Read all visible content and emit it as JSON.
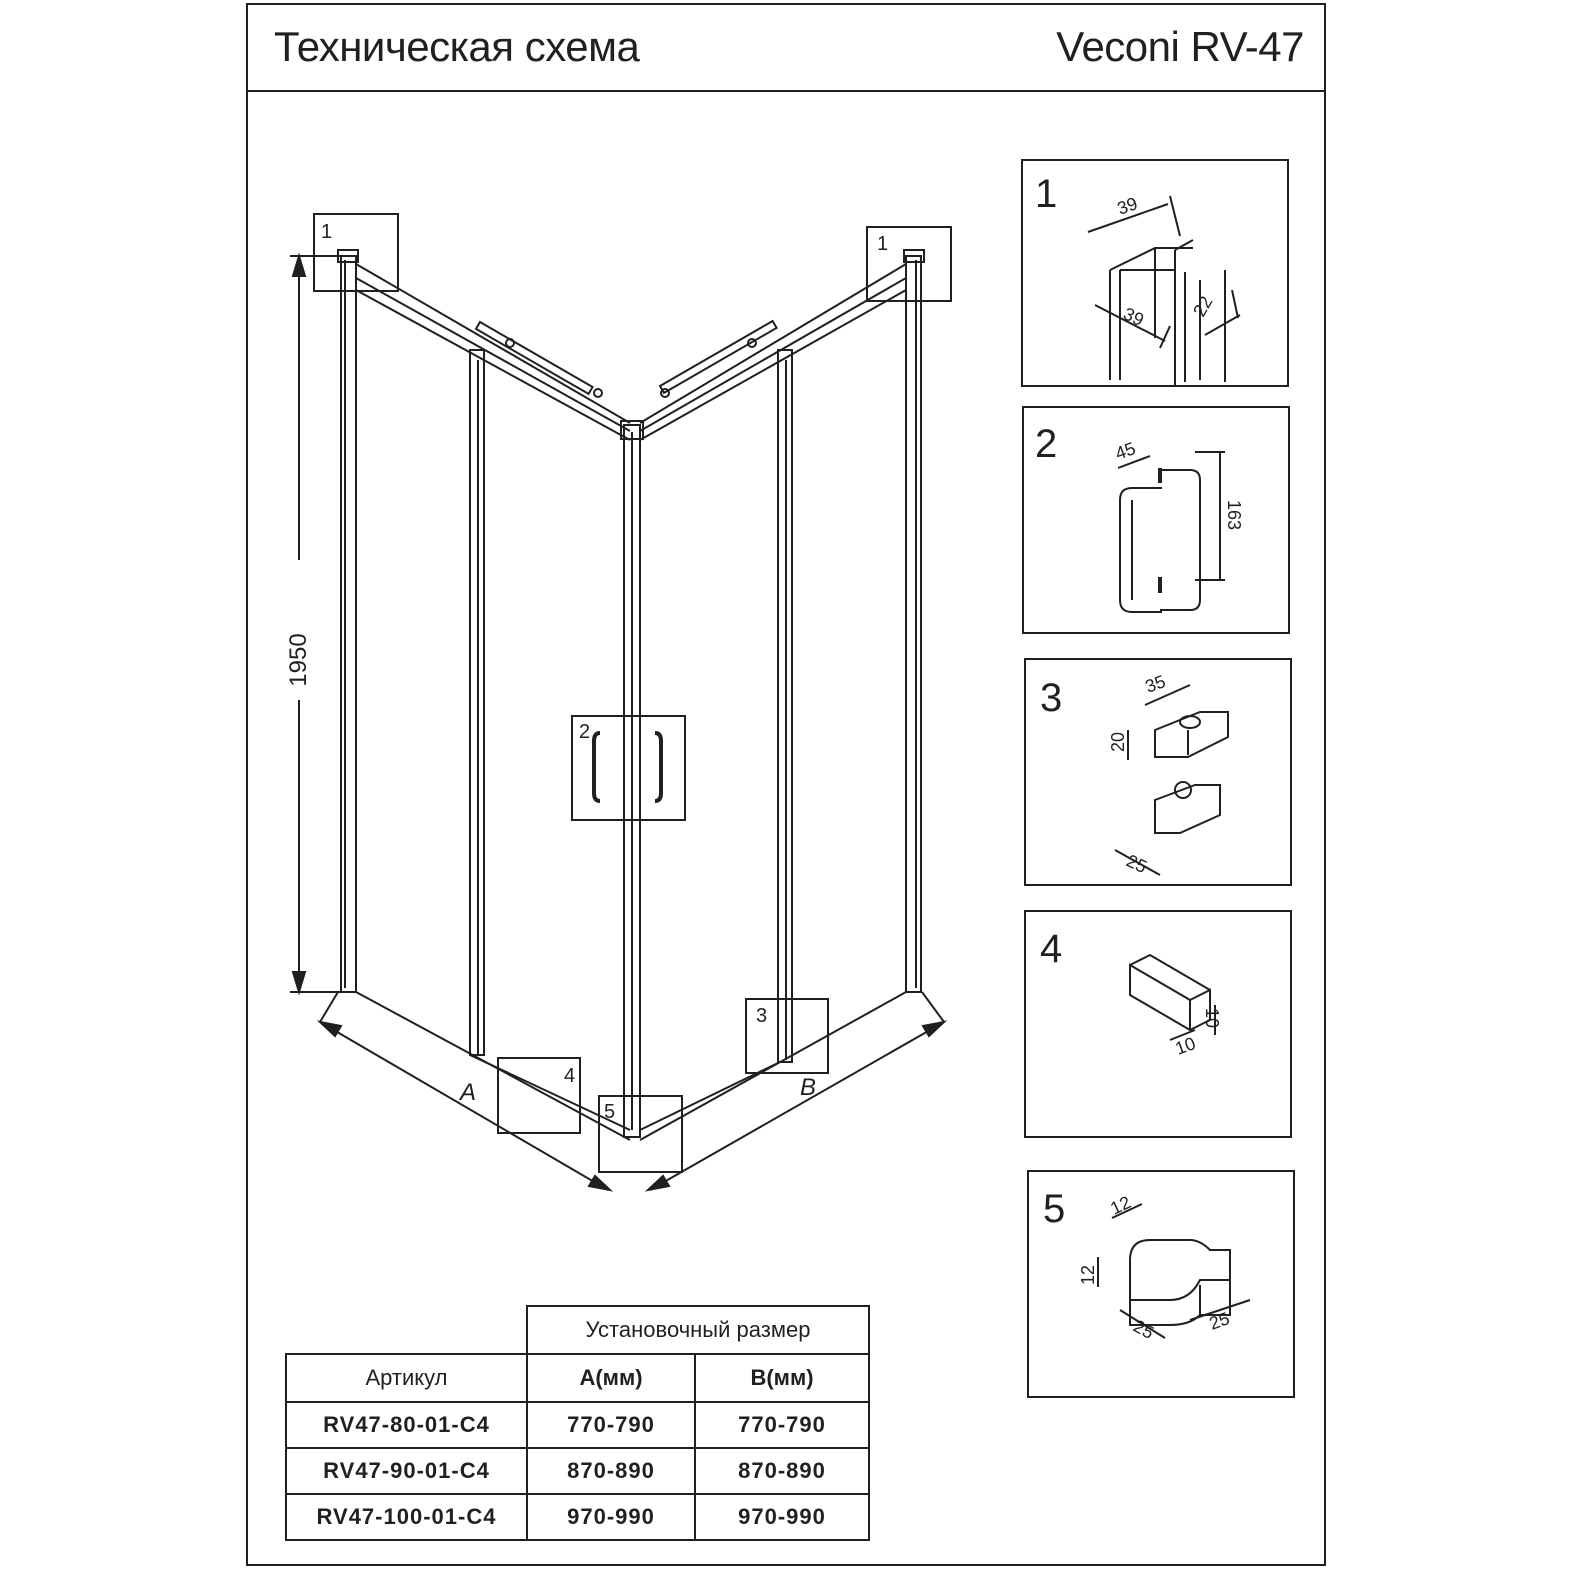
{
  "header": {
    "title": "Техническая схема",
    "model": "Veconi RV-47"
  },
  "diagram": {
    "height_dim": "1950",
    "dim_a": "A",
    "dim_b": "B",
    "callouts": [
      "1",
      "1",
      "2",
      "3",
      "4",
      "5"
    ]
  },
  "details": [
    {
      "number": "1",
      "dims": [
        "39",
        "39",
        "22"
      ]
    },
    {
      "number": "2",
      "dims": [
        "45",
        "163"
      ]
    },
    {
      "number": "3",
      "dims": [
        "35",
        "20",
        "25"
      ]
    },
    {
      "number": "4",
      "dims": [
        "10",
        "10"
      ]
    },
    {
      "number": "5",
      "dims": [
        "12",
        "12",
        "25",
        "25"
      ]
    }
  ],
  "spec_table": {
    "group_header": "Установочный размер",
    "col_article": "Артикул",
    "col_a": "A(мм)",
    "col_b": "B(мм)",
    "rows": [
      {
        "article": "RV47-80-01-C4",
        "a": "770-790",
        "b": "770-790"
      },
      {
        "article": "RV47-90-01-C4",
        "a": "870-890",
        "b": "870-890"
      },
      {
        "article": "RV47-100-01-C4",
        "a": "970-990",
        "b": "970-990"
      }
    ]
  }
}
